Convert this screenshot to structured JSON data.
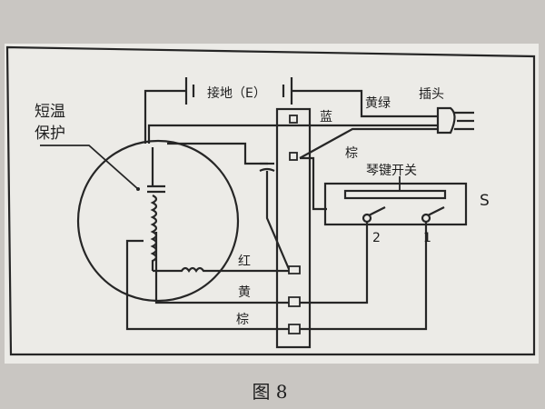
{
  "labels": {
    "overheat_protection_line1": "短温",
    "overheat_protection_line2": "保护",
    "ground": "接地（E）",
    "yellow_green": "黄绿",
    "plug": "插头",
    "blue": "蓝",
    "brown_top": "棕",
    "piano_key_switch": "琴键开关",
    "switch_letter": "S",
    "red": "红",
    "yellow": "黄",
    "brown_bottom": "棕",
    "switch_pos_2": "2",
    "switch_pos_1": "1"
  },
  "caption": "图 8",
  "colors": {
    "paper": "#ecebe7",
    "line": "#262626"
  }
}
